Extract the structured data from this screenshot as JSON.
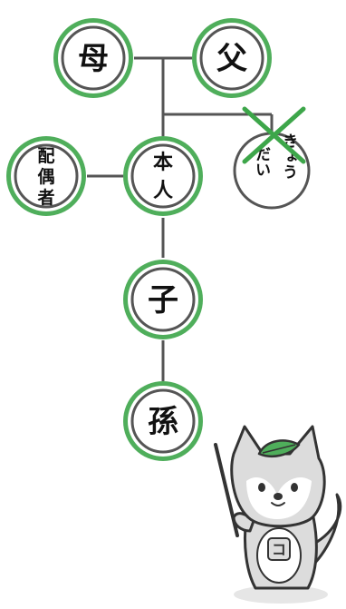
{
  "colors": {
    "ring_outer": "#4fae5b",
    "ring_inner": "#555555",
    "connector": "#555555",
    "cross_mark": "#3da64a",
    "mascot_body": "#dcdcdc",
    "mascot_leaf": "#4fae5b"
  },
  "nodes": {
    "mother": "母",
    "father": "父",
    "self": [
      "本",
      "人"
    ],
    "spouse": [
      "配",
      "偶",
      "者"
    ],
    "sibling": [
      "きょう",
      "だい"
    ],
    "child": "子",
    "grandchild": "孫"
  },
  "annotations": {
    "sibling_excluded": true
  },
  "mascot": {
    "icon": "fox-mascot-with-pointer",
    "badge_letter": "コ"
  }
}
